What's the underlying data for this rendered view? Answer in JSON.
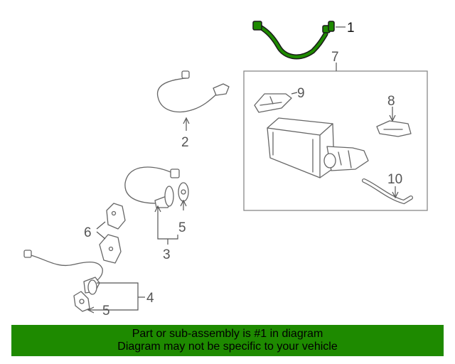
{
  "callouts": {
    "c1": "1",
    "c2": "2",
    "c3": "3",
    "c4": "4",
    "c5a": "5",
    "c5b": "5",
    "c6": "6",
    "c7": "7",
    "c8": "8",
    "c9": "9",
    "c10": "10"
  },
  "banner": {
    "line1": "Part or sub-assembly is #1 in diagram",
    "line2": "Diagram may not be specific to your vehicle"
  },
  "colors": {
    "banner_bg": "#1e8a00",
    "highlight_part": "#1e8a00",
    "line_art": "#666666"
  }
}
